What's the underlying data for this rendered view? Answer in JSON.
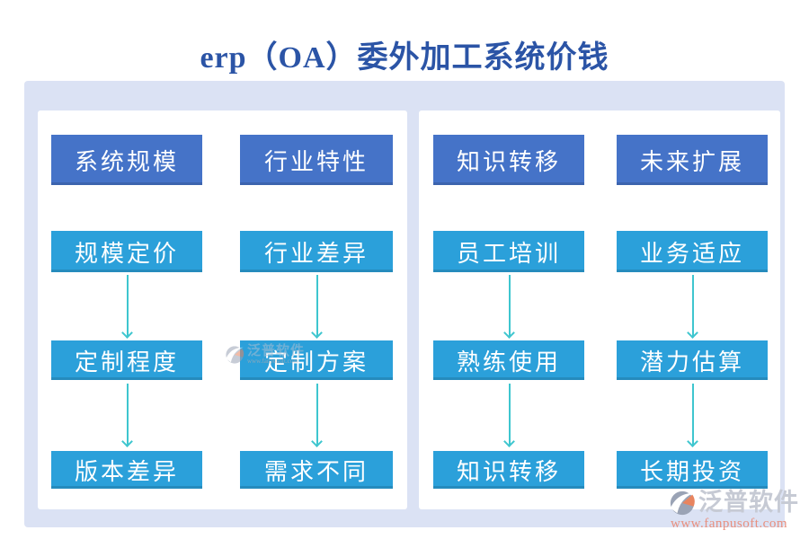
{
  "page": {
    "title": "erp（OA）委外加工系统价钱"
  },
  "colors": {
    "title_blue": "#2b54a6",
    "header_box_blue": "#4573c8",
    "step_box_blue": "#2ba0da",
    "arrow_teal": "#3ec6cf",
    "board_background": "#dbe2f4",
    "brand_gray": "#c6cad4",
    "brand_salmon": "#e8907f"
  },
  "panels": [
    {
      "columns": [
        {
          "boxes": [
            {
              "label": "系统规模"
            },
            {
              "label": "规模定价"
            },
            {
              "label": "定制程度"
            },
            {
              "label": "版本差异"
            }
          ]
        },
        {
          "boxes": [
            {
              "label": "行业特性"
            },
            {
              "label": "行业差异"
            },
            {
              "label": "定制方案"
            },
            {
              "label": "需求不同"
            }
          ]
        }
      ]
    },
    {
      "columns": [
        {
          "boxes": [
            {
              "label": "知识转移"
            },
            {
              "label": "员工培训"
            },
            {
              "label": "熟练使用"
            },
            {
              "label": "知识转移"
            }
          ]
        },
        {
          "boxes": [
            {
              "label": "未来扩展"
            },
            {
              "label": "业务适应"
            },
            {
              "label": "潜力估算"
            },
            {
              "label": "长期投资"
            }
          ]
        }
      ]
    }
  ],
  "watermarks": {
    "center": {
      "brand": "泛普软件",
      "url": "www.fanpusoft.com"
    },
    "corner": {
      "brand": "泛普软件",
      "url": "www.fanpusoft.com"
    }
  }
}
